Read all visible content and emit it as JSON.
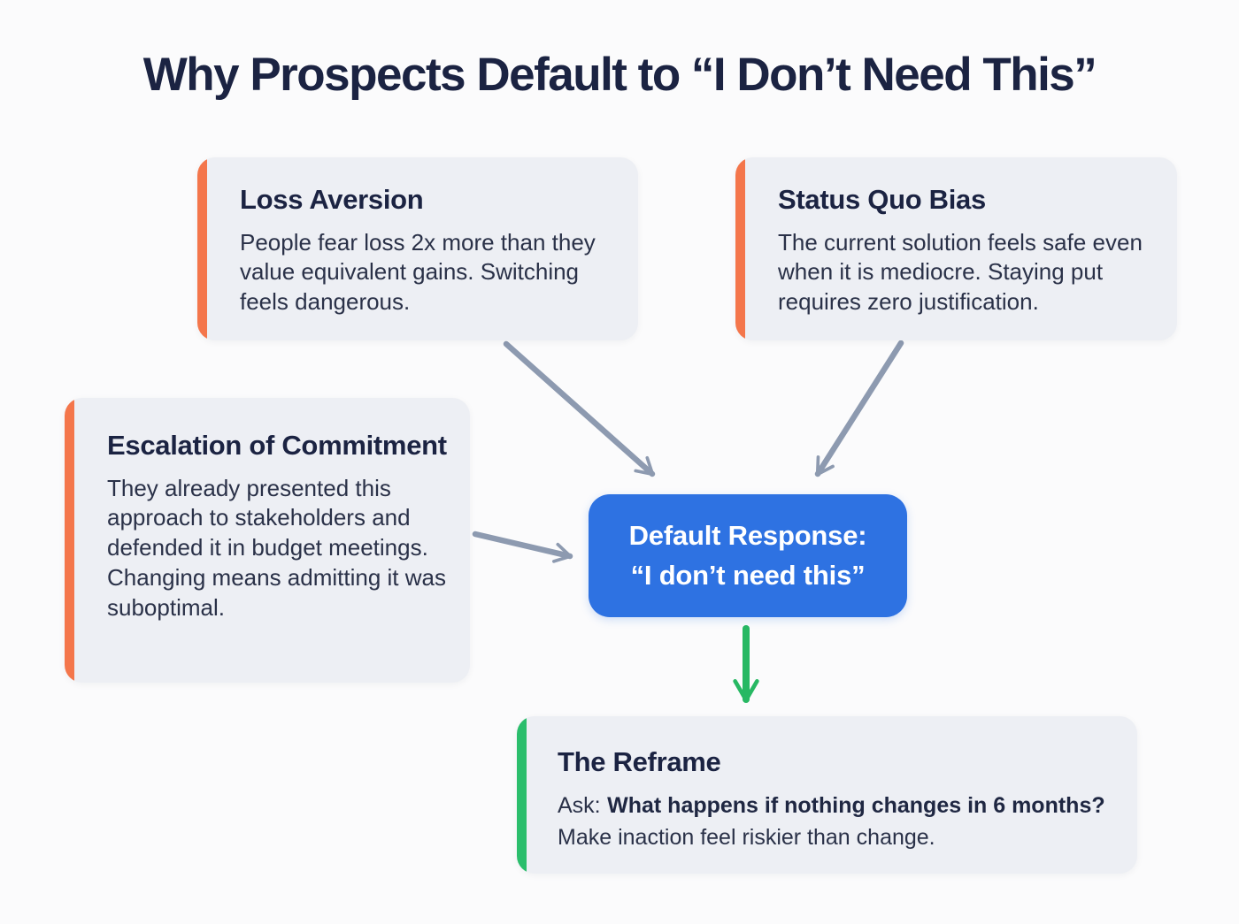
{
  "title": "Why Prospects Default to “I Don’t Need This”",
  "cards": {
    "loss_aversion": {
      "title": "Loss Aversion",
      "body": "People fear loss 2x more than they value equivalent gains. Switching feels dangerous."
    },
    "status_quo": {
      "title": "Status Quo Bias",
      "body": "The current solution feels safe even when it is mediocre. Staying put requires zero justification."
    },
    "escalation": {
      "title": "Escalation of Commitment",
      "body": "They already presented this approach to stakeholders and defended it in budget meetings. Changing means admitting it was suboptimal."
    }
  },
  "center_box": {
    "line1": "Default Response:",
    "line2": "“I don’t need this”"
  },
  "reframe": {
    "title": "The Reframe",
    "ask_prefix": "Ask:",
    "ask_question": "What happens if nothing changes in 6 months?",
    "follow_up": "Make inaction feel riskier than change."
  },
  "colors": {
    "accent_orange": "#F4764B",
    "accent_green": "#2BBE6C",
    "arrow_gray": "#8D9AB0",
    "arrow_green": "#27B863",
    "center_blue": "#2E72E2",
    "card_background": "#EDEFF4",
    "heading_navy": "#1B2342",
    "body_text": "#2A3148",
    "page_background": "#FBFBFC"
  }
}
